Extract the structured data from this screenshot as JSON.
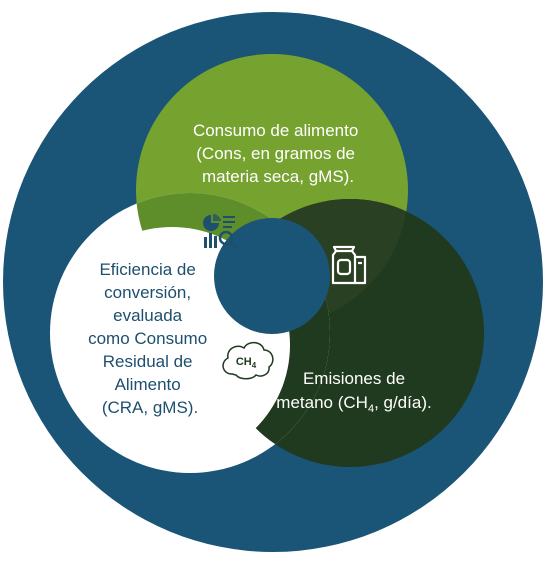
{
  "colors": {
    "outer_ring": "#1a5476",
    "feed_circle": "#76a22f",
    "methane_circle": "#1f3a1e",
    "feed_methane_overlap": "#2a4022",
    "efficiency_circle": "#ffffff",
    "center_overlap": "#1a5476",
    "efficiency_text": "#1d4f6e"
  },
  "circles": {
    "feed": {
      "lines": [
        "Consumo de alimento",
        "(Cons, en gramos de",
        "materia seca, gMS)."
      ],
      "icon": "feed-bag-icon"
    },
    "efficiency": {
      "lines": [
        "Eficiencia de",
        "conversión,",
        "evaluada",
        "como Consumo",
        "Residual de",
        "Alimento",
        "(CRA, gMS)."
      ],
      "icon": "data-analysis-icon"
    },
    "methane": {
      "line1": "Emisiones de",
      "line2_prefix": "metano (CH",
      "line2_sub": "4",
      "line2_suffix": ", g/día).",
      "icon": "methane-cloud-icon",
      "icon_text": "CH",
      "icon_sub": "4"
    }
  }
}
